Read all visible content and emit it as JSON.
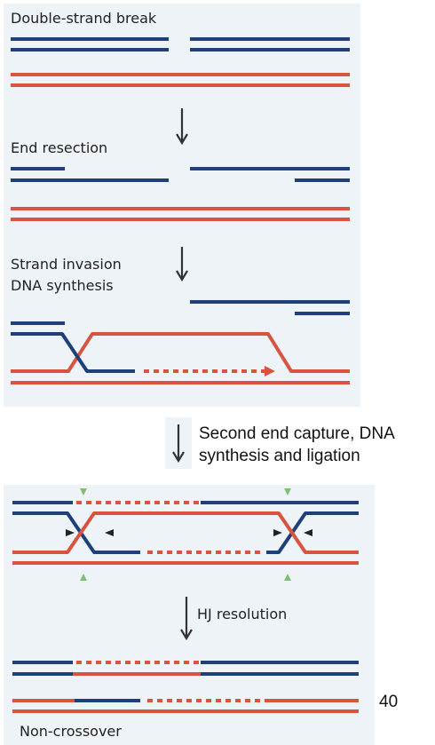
{
  "colors": {
    "blue_strand": "#1f3f7a",
    "red_strand": "#d9543f",
    "arrow": "#333333",
    "panel_bg": "#eef3f8",
    "hj_arrow_dark": "#222222",
    "hj_arrow_green": "#7fbf73"
  },
  "steps": {
    "step1_label": "Double-strand break",
    "step2_label": "End resection",
    "step3_label_line1": "Strand invasion",
    "step3_label_line2": "DNA synthesis",
    "step4_label_line1": "Second end capture, DNA",
    "step4_label_line2": "synthesis and ligation",
    "step5_label": "HJ resolution",
    "step6_label": "Non-crossover"
  },
  "page_number": "40",
  "icons": [
    "down-arrow-icon",
    "hj-cut-arrow-icon"
  ]
}
